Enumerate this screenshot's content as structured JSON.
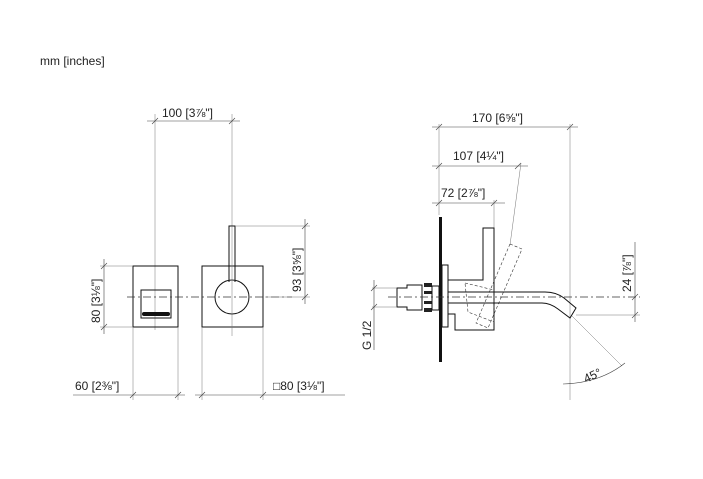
{
  "units_label": "mm [inches]",
  "front_view": {
    "spacing": "100 [3⅞\"]",
    "lever_height": "93 [3⅝\"]",
    "spout_plate_height": "80 [3⅛\"]",
    "spout_plate_width": "60 [2⅜\"]",
    "mixer_plate_size": "□80 [3⅛\"]"
  },
  "side_view": {
    "total_projection": "170 [6⅝\"]",
    "lever_projection": "107 [4¼\"]",
    "body_projection": "72 [2⅞\"]",
    "spout_drop": "24 [⅞\"]",
    "thread": "G 1/2",
    "angle": "45°"
  }
}
